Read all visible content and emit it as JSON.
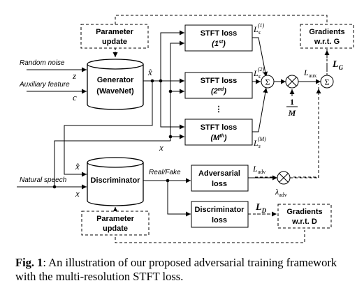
{
  "diagram": {
    "param_update_top": [
      "Parameter",
      "update"
    ],
    "param_update_bottom": [
      "Parameter",
      "update"
    ],
    "generator": [
      "Generator",
      "(WaveNet)"
    ],
    "discriminator": "Discriminator",
    "inputs": {
      "random_noise": "Random noise",
      "auxiliary_feature": "Auxiliary feature",
      "z": "z",
      "c": "c",
      "natural_speech": "Natural speech"
    },
    "xhat": "x̂",
    "x": "x",
    "stft_boxes": [
      {
        "title": "STFT loss",
        "sub_pre": "(1",
        "sub_sup": "st",
        "sub_post": ")"
      },
      {
        "title": "STFT loss",
        "sub_pre": "(2",
        "sub_sup": "nd",
        "sub_post": ")"
      },
      {
        "title": "STFT loss",
        "sub_pre": "(M",
        "sub_sup": "th",
        "sub_post": ")"
      }
    ],
    "ellipsis": "⋮",
    "ls_labels": [
      "(1)",
      "(2)",
      "(M)"
    ],
    "ls_base": "L",
    "ls_sub": "s",
    "sigma": "Σ",
    "times": "⊗",
    "one_over_m": {
      "num": "1",
      "den": "M"
    },
    "l_aux": {
      "base": "L",
      "sub": "aux"
    },
    "l_g": {
      "base": "L",
      "sub": "G"
    },
    "l_adv": {
      "base": "L",
      "sub": "adv"
    },
    "lambda_adv": {
      "base": "λ",
      "sub": "adv"
    },
    "l_d": {
      "base": "L",
      "sub": "D"
    },
    "gradients_g": [
      "Gradients",
      "w.r.t. G"
    ],
    "gradients_d": [
      "Gradients",
      "w.r.t. D"
    ],
    "real_fake": "Real/Fake",
    "adversarial_loss": [
      "Adversarial",
      "loss"
    ],
    "discriminator_loss": [
      "Discriminator",
      "loss"
    ]
  },
  "caption": {
    "label": "Fig. 1",
    "text": ":  An illustration of our proposed adversarial training framework with the multi-resolution STFT loss."
  }
}
